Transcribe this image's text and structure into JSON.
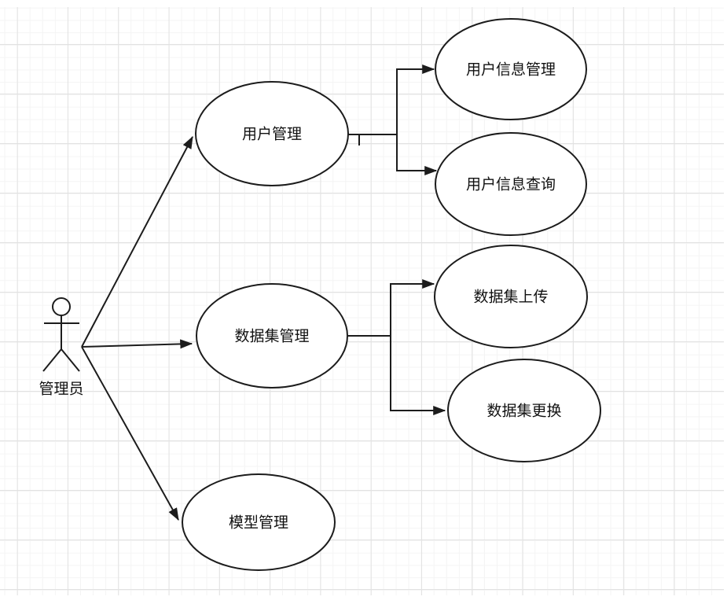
{
  "canvas": {
    "background_color": "#ffffff",
    "grid_minor_color": "#f4f4f4",
    "grid_major_color": "#e2e2e2",
    "stroke_color": "#1c1c1c"
  },
  "diagram": {
    "kind": "uml-use-case-diagram",
    "actor": {
      "label": "管理员"
    },
    "use_cases": [
      {
        "label": "用户管理"
      },
      {
        "label": "用户信息管理"
      },
      {
        "label": "用户信息查询"
      },
      {
        "label": "数据集管理"
      },
      {
        "label": "数据集上传"
      },
      {
        "label": "数据集更换"
      },
      {
        "label": "模型管理"
      }
    ],
    "relations": [
      {
        "from": "管理员",
        "to": "用户管理",
        "type": "arrow"
      },
      {
        "from": "管理员",
        "to": "数据集管理",
        "type": "arrow"
      },
      {
        "from": "管理员",
        "to": "模型管理",
        "type": "arrow"
      },
      {
        "from": "用户管理",
        "to": "用户信息管理",
        "type": "arrow"
      },
      {
        "from": "用户管理",
        "to": "用户信息查询",
        "type": "arrow"
      },
      {
        "from": "数据集管理",
        "to": "数据集上传",
        "type": "arrow"
      },
      {
        "from": "数据集管理",
        "to": "数据集更换",
        "type": "arrow"
      }
    ]
  }
}
